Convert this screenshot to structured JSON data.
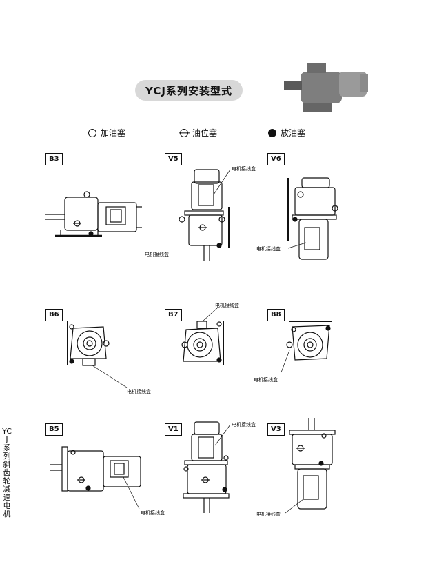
{
  "title": "YCJ系列安装型式",
  "legend": [
    {
      "icon": "fill-plug",
      "label": "加油塞"
    },
    {
      "icon": "level-plug",
      "label": "油位塞"
    },
    {
      "icon": "drain-plug",
      "label": "放油塞"
    }
  ],
  "mounts": [
    {
      "code": "B3",
      "label": "电机接线盒"
    },
    {
      "code": "V5",
      "label": "电机接线盒"
    },
    {
      "code": "V6",
      "label": "电机接线盒"
    },
    {
      "code": "B6",
      "label": "电机接线盒"
    },
    {
      "code": "B7",
      "label": "电机接线盒"
    },
    {
      "code": "B8",
      "label": "电机接线盒"
    },
    {
      "code": "B5",
      "label": "电机接线盒"
    },
    {
      "code": "V1",
      "label": "电机接线盒"
    },
    {
      "code": "V3",
      "label": "电机接线盒"
    }
  ],
  "side_text": "YCJ系列斜齿轮减速电机"
}
